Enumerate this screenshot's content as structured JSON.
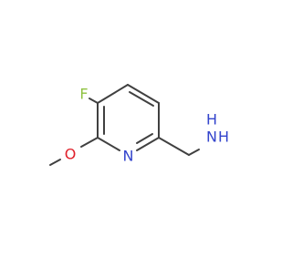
{
  "molecule": {
    "atoms": {
      "fluorine": "F",
      "ring_nitrogen": "N",
      "ether_oxygen": "O",
      "amine_n": "N",
      "amine_h": "H"
    },
    "colors": {
      "bond": "#404040",
      "fluorine": "#8fc242",
      "nitrogen": "#3344cc",
      "oxygen": "#e0202a"
    }
  }
}
